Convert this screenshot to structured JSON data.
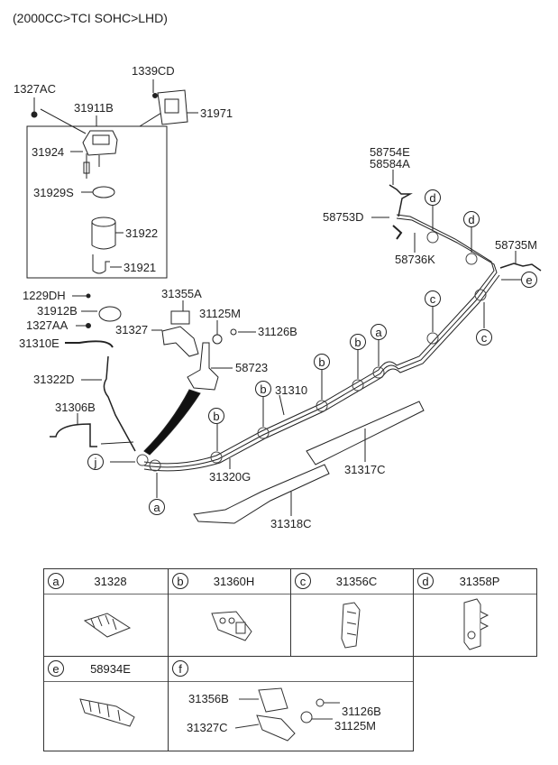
{
  "title": "(2000CC>TCI SOHC>LHD)",
  "parts": {
    "p1327AC": "1327AC",
    "p1339CD": "1339CD",
    "p31911B": "31911B",
    "p31971": "31971",
    "p31924": "31924",
    "p31929S": "31929S",
    "p31922": "31922",
    "p31921": "31921",
    "p58754E": "58754E",
    "p58584A": "58584A",
    "p58753D": "58753D",
    "p58736K": "58736K",
    "p58735M": "58735M",
    "p1229DH": "1229DH",
    "p31912B": "31912B",
    "p1327AA": "1327AA",
    "p31310E": "31310E",
    "p31322D": "31322D",
    "p31306B": "31306B",
    "p31355A": "31355A",
    "p31125M": "31125M",
    "p31126B": "31126B",
    "p31327": "31327",
    "p58723": "58723",
    "p31310": "31310",
    "p31320G": "31320G",
    "p31317C": "31317C",
    "p31318C": "31318C"
  },
  "callouts": {
    "a": "a",
    "b": "b",
    "c": "c",
    "d": "d",
    "e": "e",
    "f": "f",
    "j": "j"
  },
  "legend": [
    {
      "key": "a",
      "part": "31328"
    },
    {
      "key": "b",
      "part": "31360H"
    },
    {
      "key": "c",
      "part": "31356C"
    },
    {
      "key": "d",
      "part": "31358P"
    },
    {
      "key": "e",
      "part": "58934E"
    },
    {
      "key": "f",
      "part": "",
      "subparts": [
        "31356B",
        "31327C",
        "31126B",
        "31125M"
      ]
    }
  ]
}
